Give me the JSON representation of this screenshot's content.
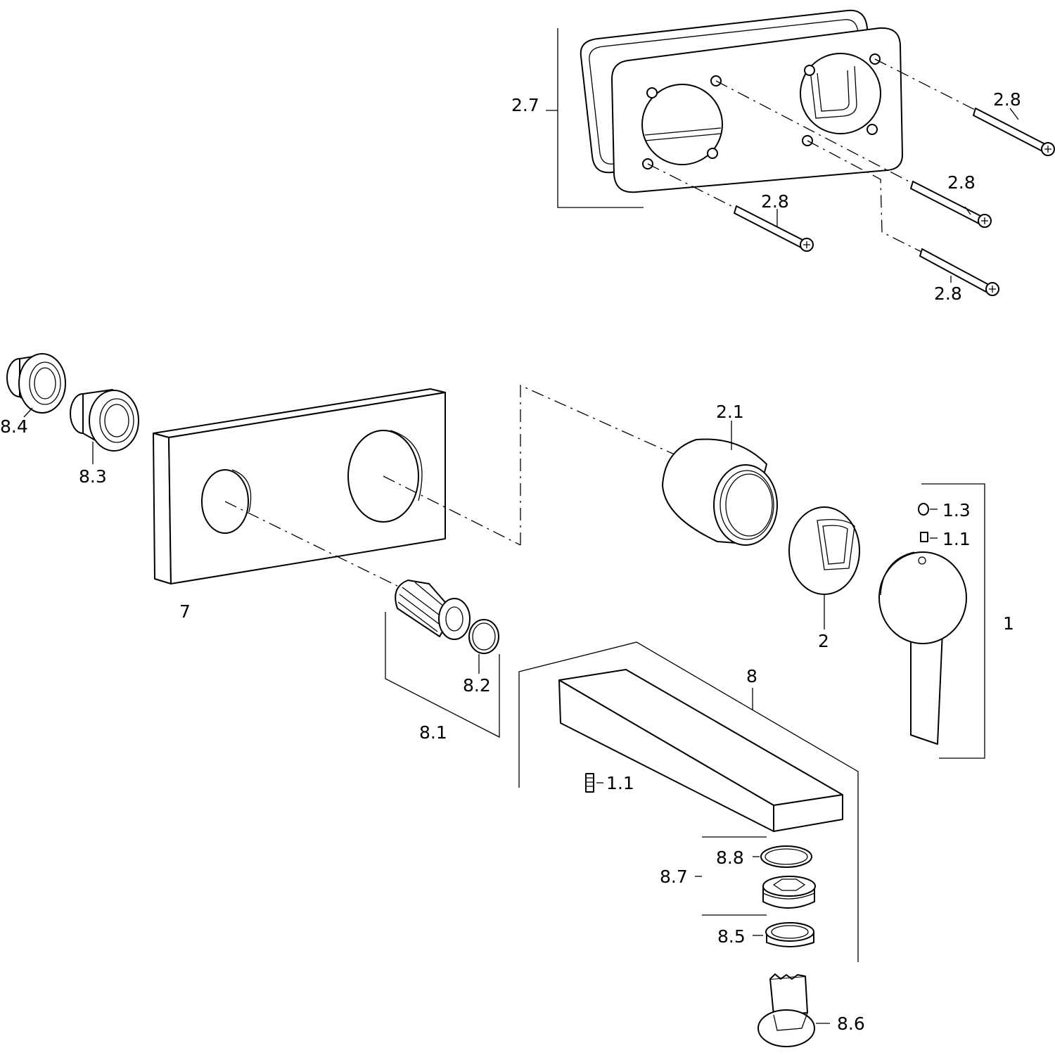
{
  "labels": {
    "p2_7": "2.7",
    "p2_8a": "2.8",
    "p2_8b": "2.8",
    "p2_8c": "2.8",
    "p2_8d": "2.8",
    "p8_4": "8.4",
    "p8_3": "8.3",
    "p7": "7",
    "p2_1": "2.1",
    "p1_3": "1.3",
    "p1_1a": "1.1",
    "p1": "1",
    "p2": "2",
    "p8_2": "8.2",
    "p8_1": "8.1",
    "p8": "8",
    "p1_1b": "1.1",
    "p8_8": "8.8",
    "p8_7": "8.7",
    "p8_5": "8.5",
    "p8_6": "8.6"
  }
}
